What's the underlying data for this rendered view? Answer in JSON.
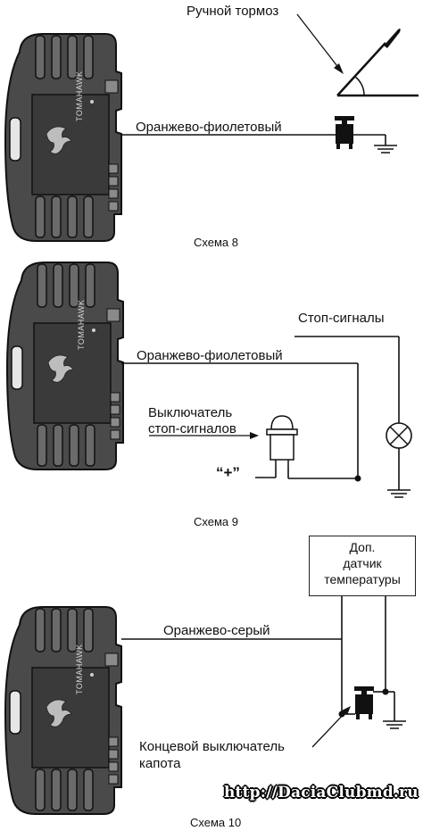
{
  "module": {
    "brand": "TOMAHAWK"
  },
  "scheme8": {
    "label_handbrake": "Ручной тормоз",
    "label_wire": "Оранжево-фиолетовый",
    "caption": "Схема 8"
  },
  "scheme9": {
    "label_brake_lights": "Стоп-сигналы",
    "label_wire": "Оранжево-фиолетовый",
    "label_switch_line1": "Выключатель",
    "label_switch_line2": "стоп-сигналов",
    "label_plus": "“+”",
    "caption": "Схема 9"
  },
  "scheme10": {
    "sensor_line1": "Доп.",
    "sensor_line2": "датчик",
    "sensor_line3": "температуры",
    "label_wire": "Оранжево-серый",
    "label_hood_line1": "Концевой выключатель",
    "label_hood_line2": "капота",
    "caption": "Схема 10"
  },
  "watermark": {
    "url": "http://DaciaClubmd.ru"
  }
}
